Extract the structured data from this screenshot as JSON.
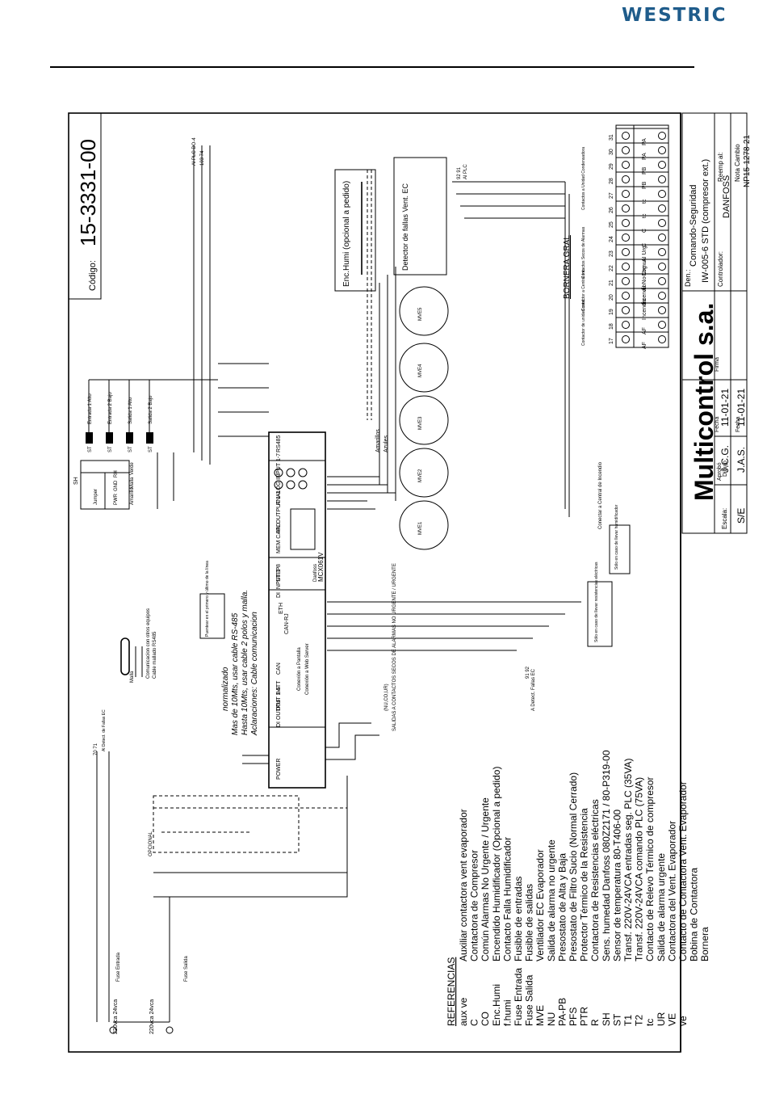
{
  "header": {
    "brand": "WESTRIC"
  },
  "title_block": {
    "code_label": "Código:",
    "code_value": "15-3331-00",
    "company": "Multicontrol s.a.",
    "den_label": "Den.:",
    "den_value_1": "Comando-Seguridad",
    "den_value_2": "IW-005-6 STD (compresor ext.)",
    "controller_label": "Controlador:",
    "controller_value": "DANFOSS",
    "reemp_label": "Reemp al:",
    "nota_label": "Nota Cambio",
    "nota_value": "NP15-1278-21",
    "escala_label": "Escala:",
    "escala_value": "S/E",
    "dibujo_label": "Dibujo",
    "dibujo_value": "J.C.G.",
    "fecha1_label": "Fecha",
    "fecha1_value": "11-01-21",
    "aprobo_label": "Aprobó",
    "aprobo_value": "J.A.S.",
    "fecha2_label": "Fecha",
    "fecha2_value": "11-01-21",
    "firma_label": "Firma"
  },
  "references": {
    "title": "REFERENCIAS",
    "items": [
      {
        "code": "aux ve",
        "desc": "Auxiliar contactora vent evaporador"
      },
      {
        "code": "C",
        "desc": "Contactora de Compresor"
      },
      {
        "code": "CO",
        "desc": "Común Alarmas No Urgente / Urgente"
      },
      {
        "code": "Enc.Humi",
        "desc": "Encendido Humidificador (Opcional a pedido)"
      },
      {
        "code": "f.humi",
        "desc": "Contacto Falla Humidificador"
      },
      {
        "code": "Fuse Entrada",
        "desc": "Fusible de entradas"
      },
      {
        "code": "Fuse Salida",
        "desc": "Fusible de salidas"
      },
      {
        "code": "MVE",
        "desc": "Ventilador EC Evaporador"
      },
      {
        "code": "NU",
        "desc": "Salida de alarma no urgente"
      },
      {
        "code": "PA-PB",
        "desc": "Presostato de Alta y Baja"
      },
      {
        "code": "PFS",
        "desc": "Presostato de Filtro Sucio (Normal Cerrado)"
      },
      {
        "code": "PTR",
        "desc": "Protector Térmico de la Resistencia"
      },
      {
        "code": "R",
        "desc": "Contactora de Resistencias eléctricas"
      },
      {
        "code": "SH",
        "desc": "Sens. humedad Danfoss 080Z2171 / 80-P319-00"
      },
      {
        "code": "ST",
        "desc": "Sensor de temperatura 80-T406-00"
      },
      {
        "code": "T1",
        "desc": "Transf. 220V-24VCA entradas seg. PLC (35VA)"
      },
      {
        "code": "T2",
        "desc": "Transf. 220V-24VCA comando PLC (75VA)"
      },
      {
        "code": "tc",
        "desc": "Contacto de Relevo Térmico de compresor"
      },
      {
        "code": "UR",
        "desc": "Salida de alarma urgente"
      },
      {
        "code": "VE",
        "desc": "Contactora del Vent. Evaporador"
      },
      {
        "code": "ve",
        "desc": "Contacto de Contactora Vent. Evaporador"
      },
      {
        "code": "",
        "desc": "Bobina de Contactora"
      },
      {
        "code": "",
        "desc": "Bornera"
      }
    ]
  },
  "controller": {
    "model": "MCX061V",
    "brand": "Danfoss",
    "ports": [
      "POWER",
      "DI OUTPUT 1-5",
      "DO6",
      "BATT",
      "CAN",
      "CAN-RJ",
      "ETH",
      "DI INPUT 1-8",
      "STEP",
      "MEM CARD",
      "AN OUTPUT 1-3",
      "ANALOG INPUT 1-7",
      "RS485"
    ],
    "notes": [
      "Conexión a Pantalla",
      "Conexión a Web Server"
    ]
  },
  "annotations": {
    "comm_title": "Aclaraciones: Cable comunicacion",
    "comm_line2": "Hasta 10Mts, usar cable 2 polos y malla.",
    "comm_line3": "Mas de 10Mts, usar cable RS-485",
    "comm_line4": "normalizado",
    "comm_other": "Comunicacion con otros equipos",
    "cable_malla": "Cable mallado RS485",
    "malla": "Malla",
    "bridge": "Puentear en el primero y último de la línea",
    "alarm_outputs": "SALIDAS A CONTACTOS SECOS DE ALARMAS NO URGENTE / URGENTE",
    "nu_co_ur": "(NU,CO,UR)",
    "detect_fallas": "A Detect. Fallas EC",
    "detect_nums": "91 92",
    "solo_resist": "Sólo en caso de llevar resistencias eléctricas",
    "solo_humid": "Sólo en caso de llevar humidificador",
    "central_incendio": "Conectar a Central de Incendio",
    "opcional": "OPCIONAL",
    "amarillos": "Amarillos",
    "azules": "Azules",
    "plc_top": "Al PLC DO-4",
    "plc_nums": "103 74",
    "plc_side": "Al PLC",
    "plc_side_nums": "92 91",
    "detector_ec": "Detector de fallas Vent. EC",
    "enc_humi": "Enc.Humi (opcional a pedido)",
    "bornera_title": "BORNERA GRAL",
    "supply_in": "220vca 24vca",
    "fuse_entrada": "Fuse Entrada",
    "fuse_salida": "Fuse Salida",
    "al_detect": "Al Detect. de Fallas EC",
    "al_detect_nums": "70 71"
  },
  "sensors": [
    {
      "label": "Entrada 1 Alto",
      "tag": "ST"
    },
    {
      "label": "Entrada 2 Bajo",
      "tag": "ST"
    },
    {
      "label": "Salida 1 Alto",
      "tag": "ST"
    },
    {
      "label": "Salida 2 Bajo",
      "tag": "ST"
    }
  ],
  "humidity_sensor": {
    "tag": "SH",
    "jumper": "Jumper",
    "pins": [
      "PWR",
      "GND",
      "RH"
    ],
    "wires": [
      "Amarillo",
      "Malla",
      "Verde"
    ]
  },
  "fans": [
    "MVE1",
    "MVE2",
    "MVE3",
    "MVE4",
    "MVE5"
  ],
  "bornera": [
    {
      "num": "17",
      "tag": "AF"
    },
    {
      "num": "18",
      "tag": "AF"
    },
    {
      "num": "19",
      "tag": "Incendio"
    },
    {
      "num": "20",
      "tag": "Incendio"
    },
    {
      "num": "21",
      "tag": "AI No Urg"
    },
    {
      "num": "22",
      "tag": "Comun"
    },
    {
      "num": "23",
      "tag": "AI Urg"
    },
    {
      "num": "24",
      "tag": "C"
    },
    {
      "num": "25",
      "tag": "C"
    },
    {
      "num": "26",
      "tag": "tc"
    },
    {
      "num": "27",
      "tag": "tc"
    },
    {
      "num": "28",
      "tag": "PB"
    },
    {
      "num": "29",
      "tag": "PB"
    },
    {
      "num": "30",
      "tag": "PA"
    },
    {
      "num": "31",
      "tag": "PA"
    }
  ],
  "bornera_groups": [
    "Contactor de unidad cond.",
    "Contactor a Central Inc.",
    "Contactos Secos de Alarmas",
    "Contactos a Unidad Condensadora"
  ],
  "colors": {
    "brand": "#1f5c8b",
    "ink": "#000000"
  }
}
